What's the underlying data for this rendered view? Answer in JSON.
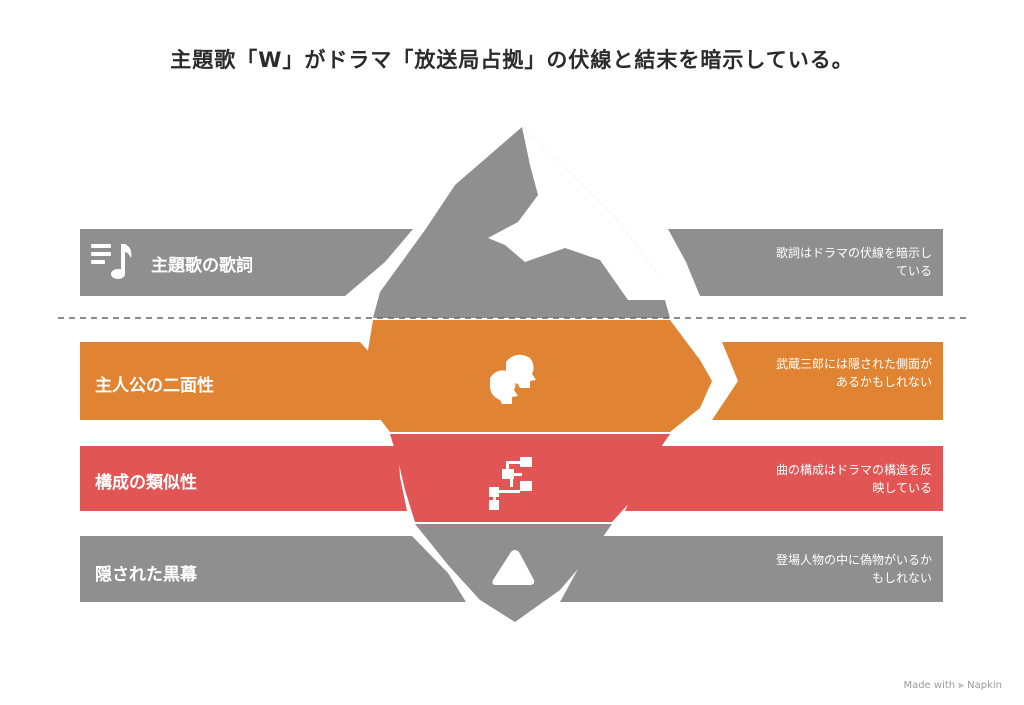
{
  "title": "主題歌「W」がドラマ「放送局占拠」の伏線と結末を暗示している。",
  "layers": [
    {
      "label": "主題歌の歌詞",
      "description": "歌詞はドラマの伏線を暗示している",
      "icon": "music-notes-icon",
      "color": "#8f8f8f"
    },
    {
      "label": "主人公の二面性",
      "description": "武蔵三郎には隠された側面があるかもしれない",
      "icon": "two-faces-icon",
      "color": "#e08433"
    },
    {
      "label": "構成の類似性",
      "description": "曲の構成はドラマの構造を反映している",
      "icon": "flowchart-icon",
      "color": "#e25555"
    },
    {
      "label": "隠された黒幕",
      "description": "登場人物の中に偽物がいるかもしれない",
      "icon": "warning-triangle-icon",
      "color": "#8f8f8f"
    }
  ],
  "footer": {
    "made_with": "Made with",
    "brand": "Napkin"
  }
}
